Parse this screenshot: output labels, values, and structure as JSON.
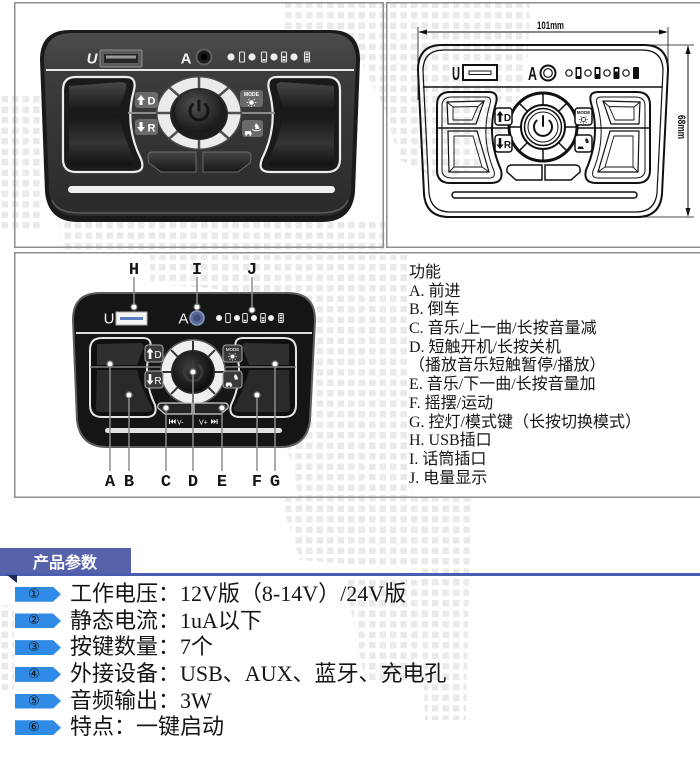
{
  "panels": {
    "photo": {
      "usb_label": "U",
      "aux_label": "A",
      "forward_label": "D",
      "reverse_label": "R",
      "mode_label": "MODE",
      "icons": [
        "usb-port-icon",
        "aux-jack-icon",
        "battery-level-icon",
        "forward-arrow-icon",
        "reverse-arrow-icon",
        "mode-light-icon",
        "rocking-horse-car-icon",
        "power-icon"
      ]
    },
    "dimension_drawing": {
      "usb_label": "U",
      "aux_label": "A",
      "forward_label": "D",
      "reverse_label": "R",
      "mode_label": "MODE",
      "width_dimension": "101mm",
      "height_dimension": "68mm"
    },
    "labeled_diagram": {
      "usb_label": "U",
      "aux_label": "A",
      "forward_label": "D",
      "reverse_label": "R",
      "mode_label": "MODE",
      "volume_down_label": "V-",
      "volume_up_label": "V+",
      "callouts_top": [
        "H",
        "I",
        "J"
      ],
      "callouts_bottom": [
        "A",
        "B",
        "C",
        "D",
        "E",
        "F",
        "G"
      ],
      "icons": [
        "previous-track-icon",
        "next-track-icon",
        "power-icon"
      ]
    }
  },
  "functions": {
    "title": "功能",
    "lines": [
      "A. 前进",
      "B. 倒车",
      "C. 音乐/上一曲/长按音量减",
      "D. 短触开机/长按关机",
      "（播放音乐短触暂停/播放）",
      "E. 音乐/下一曲/长按音量加",
      "F. 摇摆/运动",
      "G. 控灯/模式键（长按切换模式）",
      "H. USB插口",
      "I. 话筒插口",
      "J. 电量显示"
    ]
  },
  "specs": {
    "header": "产品参数",
    "items": [
      {
        "badge": "①",
        "text": "工作电压：12V版（8-14V）/24V版"
      },
      {
        "badge": "②",
        "text": "静态电流：1uA以下"
      },
      {
        "badge": "③",
        "text": "按键数量：7个"
      },
      {
        "badge": "④",
        "text": "外接设备：USB、AUX、蓝牙、充电孔"
      },
      {
        "badge": "⑤",
        "text": "音频输出：3W"
      },
      {
        "badge": "⑥",
        "text": "特点：一键启动"
      }
    ]
  },
  "colors": {
    "header_blue": "#5663ab",
    "rule_blue": "#4b5db1",
    "badge_blue": "#2f8be6",
    "fold_navy": "#1e2a57",
    "panel_border": "#8e8e8e",
    "text_color": "#141414",
    "dot_gray": "#eaeaea"
  }
}
